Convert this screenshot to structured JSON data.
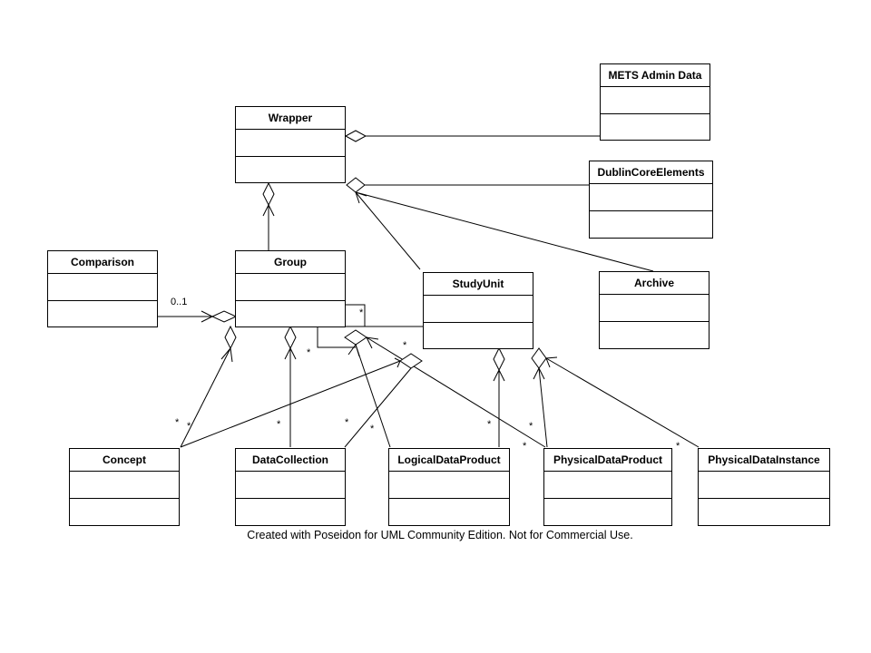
{
  "classes": {
    "wrapper": "Wrapper",
    "mets_admin_data": "METS Admin Data",
    "dublin_core_elements": "DublinCoreElements",
    "comparison": "Comparison",
    "group": "Group",
    "study_unit": "StudyUnit",
    "archive": "Archive",
    "concept": "Concept",
    "data_collection": "DataCollection",
    "logical_data_product": "LogicalDataProduct",
    "physical_data_product": "PhysicalDataProduct",
    "physical_data_instance": "PhysicalDataInstance"
  },
  "multiplicities": {
    "comparison_group": "0..1",
    "star": "*"
  },
  "footer": "Created with Poseidon for UML Community Edition. Not for Commercial Use."
}
